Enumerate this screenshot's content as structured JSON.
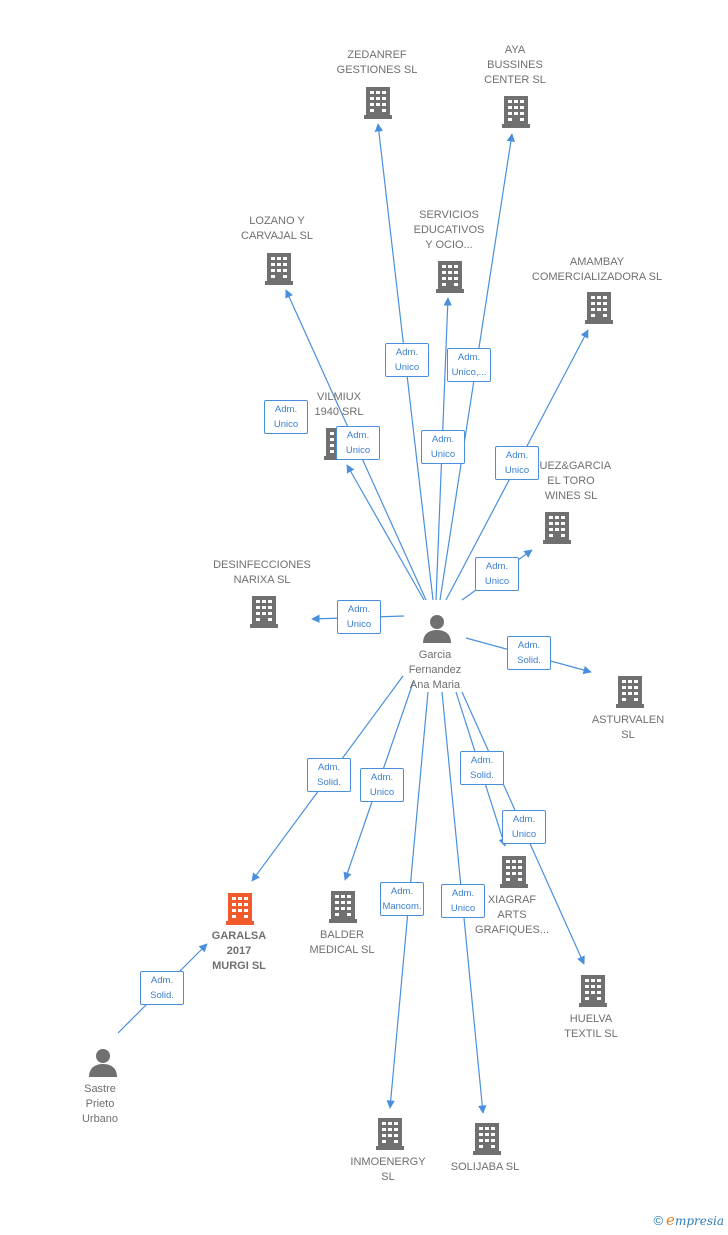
{
  "colors": {
    "edge": "#4a8fdc",
    "building": "#707070",
    "building_highlight": "#f15a2b",
    "person": "#707070",
    "label_text": "#6f6f6f"
  },
  "nodes": [
    {
      "id": "center",
      "kind": "person",
      "lines": [
        "Garcia",
        "Fernandez",
        "Ana Maria"
      ]
    },
    {
      "id": "zedanref",
      "kind": "company",
      "lines": [
        "ZEDANREF",
        "GESTIONES SL"
      ]
    },
    {
      "id": "aya",
      "kind": "company",
      "lines": [
        "AYA",
        "BUSSINES",
        "CENTER SL"
      ]
    },
    {
      "id": "lozano",
      "kind": "company",
      "lines": [
        "LOZANO Y",
        "CARVAJAL  SL"
      ]
    },
    {
      "id": "servicios",
      "kind": "company",
      "lines": [
        "SERVICIOS",
        "EDUCATIVOS",
        "Y OCIO..."
      ]
    },
    {
      "id": "amambay",
      "kind": "company",
      "lines": [
        "AMAMBAY",
        "COMERCIALIZADORA SL"
      ]
    },
    {
      "id": "vilmiux",
      "kind": "company",
      "lines": [
        "VILMIUX",
        "1940 SRL"
      ]
    },
    {
      "id": "rodriguez",
      "kind": "company",
      "lines": [
        "GUEZ&GARCIA",
        "EL TORO",
        "WINES  SL"
      ]
    },
    {
      "id": "desinfecciones",
      "kind": "company",
      "lines": [
        "DESINFECCIONES",
        "NARIXA  SL"
      ]
    },
    {
      "id": "asturvalen",
      "kind": "company",
      "lines": [
        "ASTURVALEN",
        "SL"
      ]
    },
    {
      "id": "garalsa",
      "kind": "company",
      "highlight": true,
      "lines": [
        "GARALSA",
        "2017",
        "MURGI  SL"
      ]
    },
    {
      "id": "balder",
      "kind": "company",
      "lines": [
        "BALDER",
        "MEDICAL  SL"
      ]
    },
    {
      "id": "xiagraf",
      "kind": "company",
      "lines": [
        "XIAGRAF",
        "ARTS",
        "GRAFIQUES..."
      ]
    },
    {
      "id": "huelva",
      "kind": "company",
      "lines": [
        "HUELVA",
        "TEXTIL SL"
      ]
    },
    {
      "id": "sastre",
      "kind": "person",
      "lines": [
        "Sastre",
        "Prieto",
        "Urbano"
      ]
    },
    {
      "id": "inmoenergy",
      "kind": "company",
      "lines": [
        "INMOENERGY",
        "SL"
      ]
    },
    {
      "id": "solijaba",
      "kind": "company",
      "lines": [
        "SOLIJABA SL"
      ]
    }
  ],
  "edges": [
    {
      "from": "center",
      "to": "zedanref",
      "lines": [
        "Adm.",
        "Unico"
      ]
    },
    {
      "from": "center",
      "to": "aya",
      "lines": [
        "Adm.",
        "Unico,..."
      ]
    },
    {
      "from": "center",
      "to": "lozano",
      "lines": [
        "Adm.",
        "Unico"
      ]
    },
    {
      "from": "center",
      "to": "servicios",
      "lines": [
        "Adm.",
        "Unico"
      ]
    },
    {
      "from": "center",
      "to": "amambay",
      "lines": [
        "Adm.",
        "Unico"
      ]
    },
    {
      "from": "center",
      "to": "vilmiux",
      "lines": [
        "Adm.",
        "Unico"
      ]
    },
    {
      "from": "center",
      "to": "rodriguez",
      "lines": [
        "Adm.",
        "Unico"
      ]
    },
    {
      "from": "center",
      "to": "desinfecciones",
      "lines": [
        "Adm.",
        "Unico"
      ]
    },
    {
      "from": "center",
      "to": "asturvalen",
      "lines": [
        "Adm.",
        "Solid."
      ]
    },
    {
      "from": "center",
      "to": "garalsa",
      "lines": [
        "Adm.",
        "Solid."
      ]
    },
    {
      "from": "center",
      "to": "balder",
      "lines": [
        "Adm.",
        "Unico"
      ]
    },
    {
      "from": "center",
      "to": "xiagraf",
      "lines": [
        "Adm.",
        "Solid."
      ]
    },
    {
      "from": "center",
      "to": "huelva",
      "lines": [
        "Adm.",
        "Unico"
      ]
    },
    {
      "from": "center",
      "to": "inmoenergy",
      "lines": [
        "Adm.",
        "Mancom."
      ]
    },
    {
      "from": "center",
      "to": "solijaba",
      "lines": [
        "Adm.",
        "Unico"
      ]
    },
    {
      "from": "sastre",
      "to": "garalsa",
      "lines": [
        "Adm.",
        "Solid."
      ]
    }
  ],
  "footer": {
    "copyright": "©",
    "brand_first": "e",
    "brand_rest": "mpresia"
  }
}
